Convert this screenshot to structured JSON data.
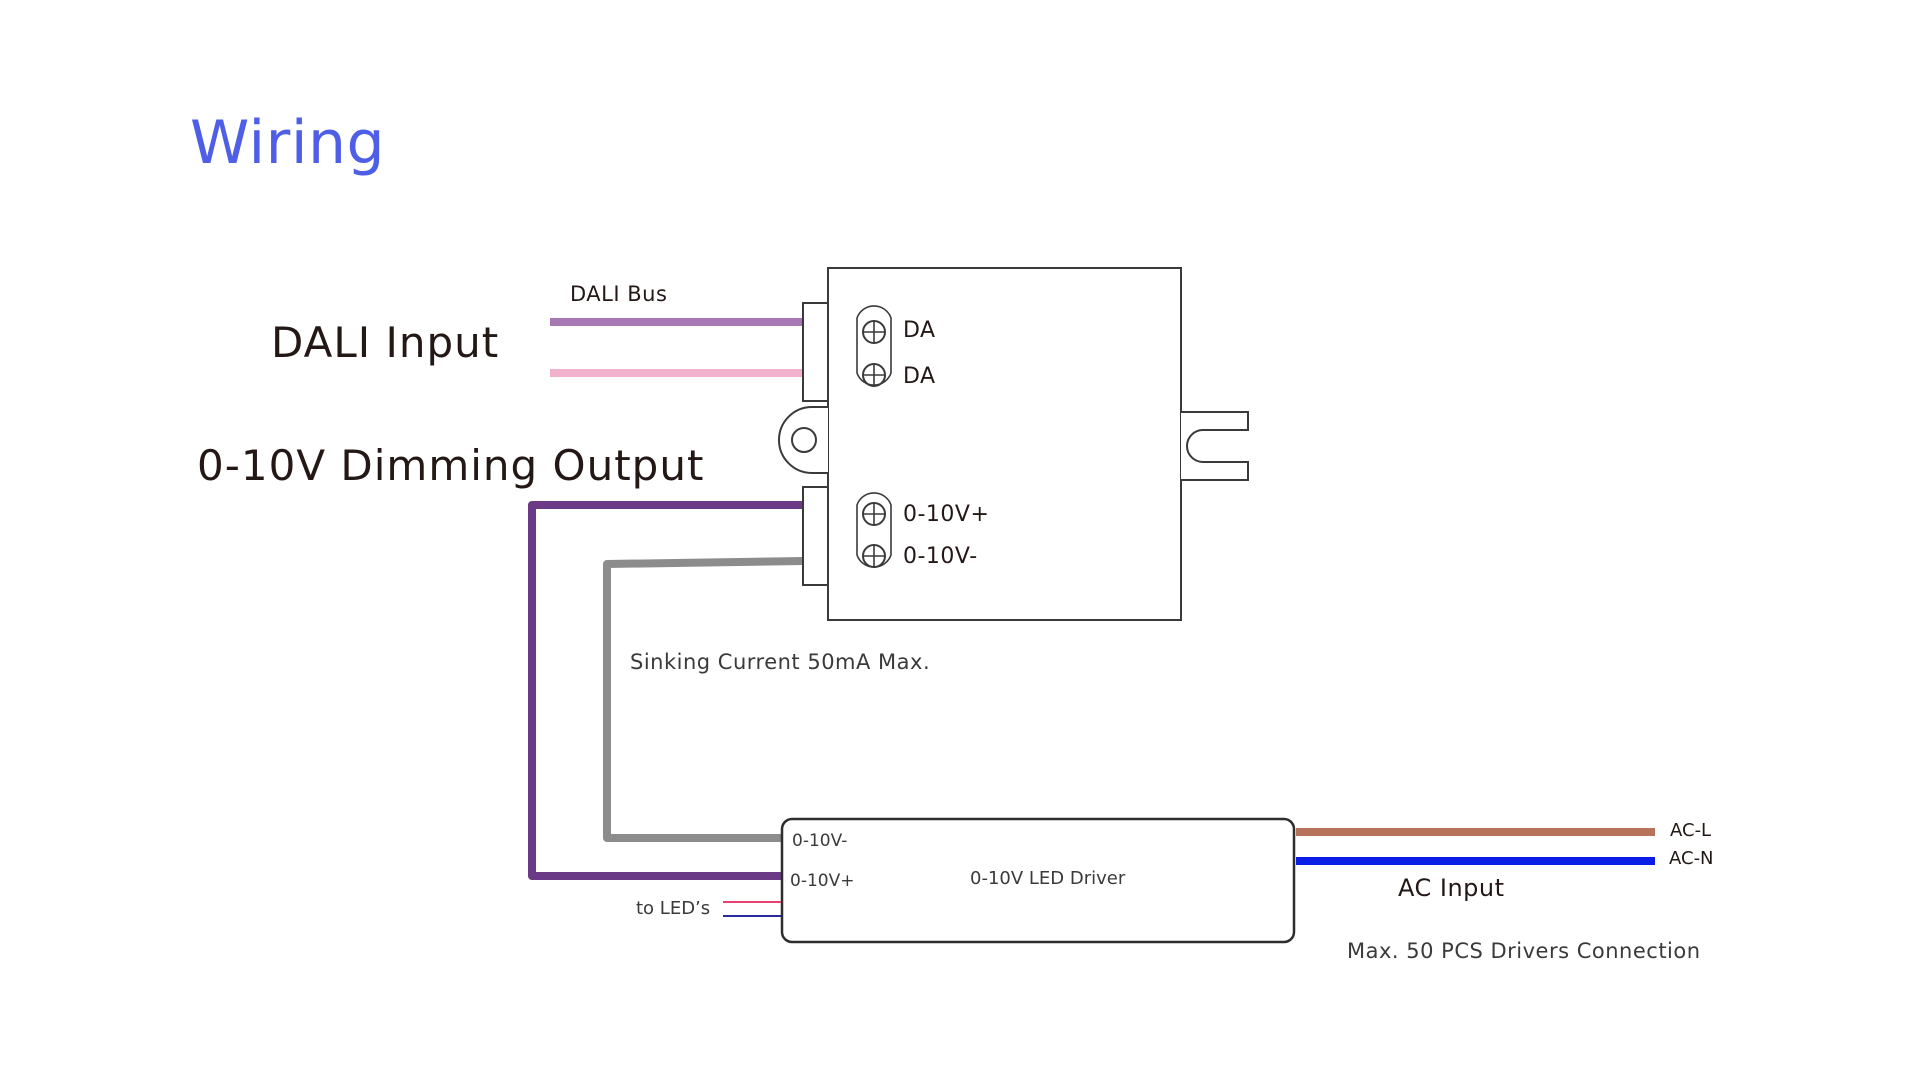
{
  "page": {
    "title": "Wiring"
  },
  "labels": {
    "dali_input": "DALI Input",
    "dali_bus": "DALI Bus",
    "dimming_output": "0-10V Dimming Output",
    "sinking_current": "Sinking Current 50mA Max.",
    "to_leds": "to LED’s",
    "ac_input": "AC Input",
    "max_drivers": "Max. 50 PCS Drivers Connection"
  },
  "module": {
    "terminals": [
      {
        "label": "DA"
      },
      {
        "label": "DA"
      },
      {
        "label": "0-10V+"
      },
      {
        "label": "0-10V-"
      }
    ]
  },
  "driver": {
    "name": "0-10V LED Driver",
    "terminals": [
      {
        "label": "0-10V-"
      },
      {
        "label": "0-10V+"
      }
    ],
    "ac_terminals": [
      {
        "label": "AC-L"
      },
      {
        "label": "AC-N"
      }
    ]
  },
  "colors": {
    "title": "#4f5ee6",
    "dali_wire_1": "#a577b3",
    "dali_wire_2": "#f2b1cd",
    "dim_plus_wire": "#6a3a86",
    "dim_minus_wire": "#8c8c8c",
    "ac_l_wire": "#b8735c",
    "ac_n_wire": "#0b1ee8",
    "led_wire_red": "#e8426f",
    "led_wire_blue": "#2a2aa0"
  }
}
